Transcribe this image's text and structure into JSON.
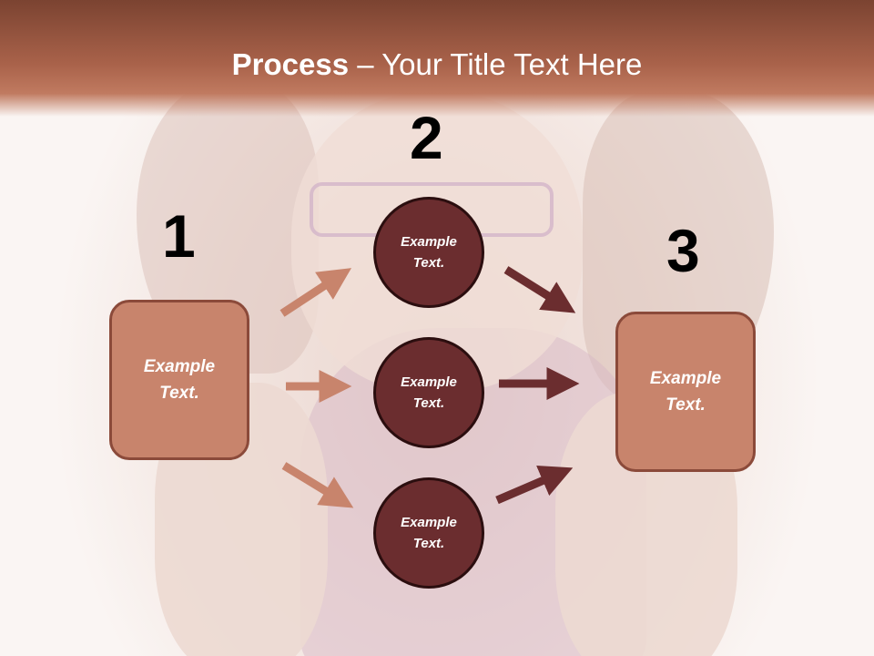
{
  "slide": {
    "title_strong": "Process",
    "title_rest": " – Your Title Text Here"
  },
  "steps": [
    {
      "number": "1",
      "label": "Example Text."
    },
    {
      "number": "2",
      "labels": [
        "Example Text.",
        "Example Text.",
        "Example Text."
      ]
    },
    {
      "number": "3",
      "label": "Example Text."
    }
  ],
  "colors": {
    "title_bar": "#a9624a",
    "box_fill": "#c8846c",
    "circle_fill": "#6b2d2f",
    "arrow_left": "#c8846c",
    "arrow_right": "#6b2d2f"
  }
}
